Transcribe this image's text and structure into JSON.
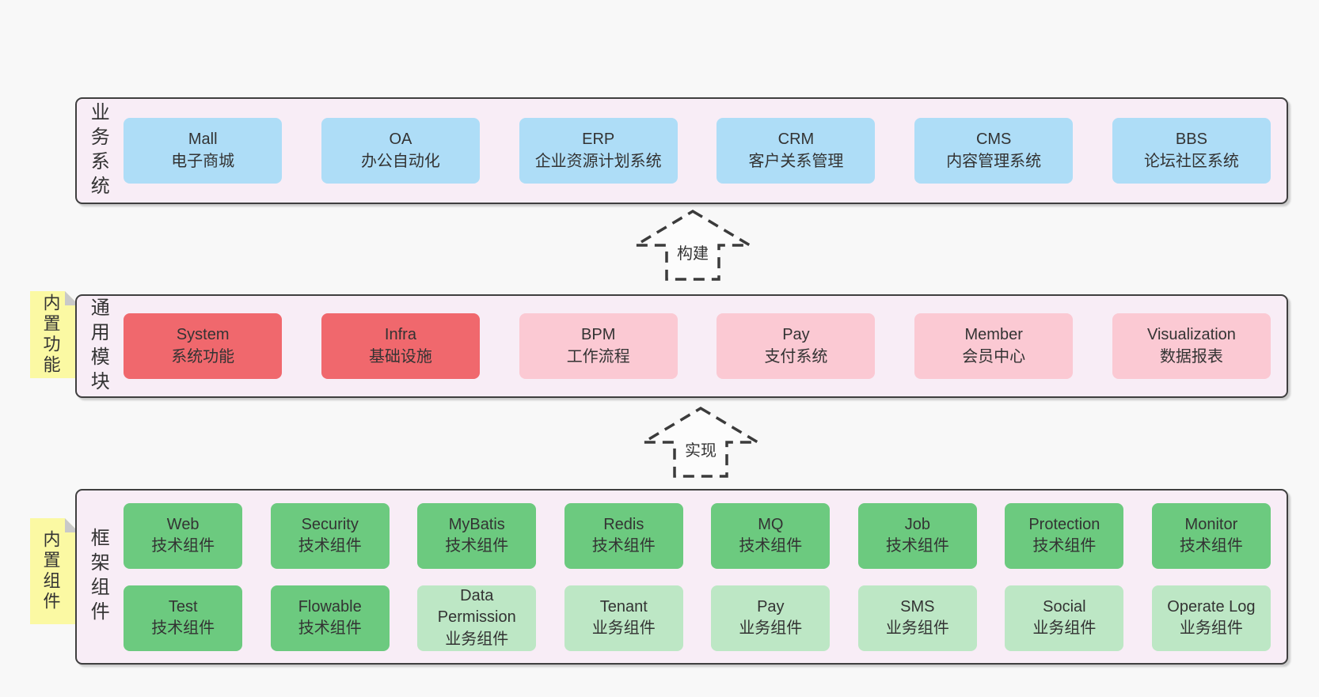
{
  "colors": {
    "page_bg": "#f8f8f8",
    "band_bg": "#f8edf6",
    "band_border": "#3f3f3f",
    "box_blue": "#aeddf7",
    "box_red": "#f0686d",
    "box_pink": "#fbc9d3",
    "box_green": "#6cca7f",
    "box_light_green": "#bde7c5",
    "sticky_yellow": "#fbf9a3",
    "sticky_fold_gray": "#c9c9c9",
    "text": "#333333"
  },
  "layers": [
    {
      "side_label": "业务系统",
      "rows": [
        [
          {
            "en": "Mall",
            "zh": "电子商城",
            "variant": "blue"
          },
          {
            "en": "OA",
            "zh": "办公自动化",
            "variant": "blue"
          },
          {
            "en": "ERP",
            "zh": "企业资源计划系统",
            "variant": "blue"
          },
          {
            "en": "CRM",
            "zh": "客户关系管理",
            "variant": "blue"
          },
          {
            "en": "CMS",
            "zh": "内容管理系统",
            "variant": "blue"
          },
          {
            "en": "BBS",
            "zh": "论坛社区系统",
            "variant": "blue"
          }
        ]
      ]
    },
    {
      "side_label": "通用模块",
      "sticky_note": "内置功能",
      "rows": [
        [
          {
            "en": "System",
            "zh": "系统功能",
            "variant": "red"
          },
          {
            "en": "Infra",
            "zh": "基础设施",
            "variant": "red"
          },
          {
            "en": "BPM",
            "zh": "工作流程",
            "variant": "pink"
          },
          {
            "en": "Pay",
            "zh": "支付系统",
            "variant": "pink"
          },
          {
            "en": "Member",
            "zh": "会员中心",
            "variant": "pink"
          },
          {
            "en": "Visualization",
            "zh": "数据报表",
            "variant": "pink"
          }
        ]
      ]
    },
    {
      "side_label": "框架组件",
      "sticky_note": "内置组件",
      "rows": [
        [
          {
            "en": "Web",
            "zh": "技术组件",
            "variant": "green"
          },
          {
            "en": "Security",
            "zh": "技术组件",
            "variant": "green"
          },
          {
            "en": "MyBatis",
            "zh": "技术组件",
            "variant": "green"
          },
          {
            "en": "Redis",
            "zh": "技术组件",
            "variant": "green"
          },
          {
            "en": "MQ",
            "zh": "技术组件",
            "variant": "green"
          },
          {
            "en": "Job",
            "zh": "技术组件",
            "variant": "green"
          },
          {
            "en": "Protection",
            "zh": "技术组件",
            "variant": "green"
          },
          {
            "en": "Monitor",
            "zh": "技术组件",
            "variant": "green"
          }
        ],
        [
          {
            "en": "Test",
            "zh": "技术组件",
            "variant": "green"
          },
          {
            "en": "Flowable",
            "zh": "技术组件",
            "variant": "green"
          },
          {
            "en": "Data Permission",
            "zh": "业务组件",
            "variant": "lightgreen"
          },
          {
            "en": "Tenant",
            "zh": "业务组件",
            "variant": "lightgreen"
          },
          {
            "en": "Pay",
            "zh": "业务组件",
            "variant": "lightgreen"
          },
          {
            "en": "SMS",
            "zh": "业务组件",
            "variant": "lightgreen"
          },
          {
            "en": "Social",
            "zh": "业务组件",
            "variant": "lightgreen"
          },
          {
            "en": "Operate Log",
            "zh": "业务组件",
            "variant": "lightgreen"
          }
        ]
      ]
    }
  ],
  "arrows": [
    {
      "label": "构建"
    },
    {
      "label": "实现"
    }
  ]
}
